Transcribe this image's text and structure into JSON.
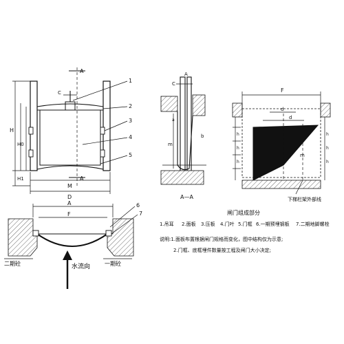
{
  "front_view": {
    "section_marks": [
      "A",
      "A"
    ],
    "dims": {
      "C": "C",
      "H": "H",
      "H0": "H0",
      "H1": "H1",
      "M": "M",
      "D": "D"
    },
    "callouts": [
      "1",
      "2",
      "3",
      "4",
      "5"
    ]
  },
  "side_view": {
    "label_top": "A",
    "dims": {
      "C": "C",
      "b": "b",
      "m": "m",
      "a": "a"
    },
    "caption": "A—A"
  },
  "right_view": {
    "dims": {
      "F": "F",
      "d": "d",
      "d2": "d",
      "h": "h",
      "m": "m"
    },
    "caption": "下梯栏架外部线"
  },
  "plan_view": {
    "dims": {
      "A": "A",
      "F": "F"
    },
    "callouts": [
      "6",
      "7"
    ],
    "left_label": "二期砼",
    "right_label": "一期砼",
    "flow_label": "水流向"
  },
  "legend": {
    "title": "闸门组成部分",
    "items": [
      "1.吊耳",
      "2.面板",
      "3.压板",
      "4.门叶",
      "5.门框",
      "6.一期预埋钢板",
      "7.二期地脚螺栓"
    ]
  },
  "notes": {
    "line1": "说明:1.面板布置根据闸门规格而变化，图中结构仅为示意;",
    "line2": "2.门框、底框埋件数量按工程及闸门大小决定;"
  }
}
